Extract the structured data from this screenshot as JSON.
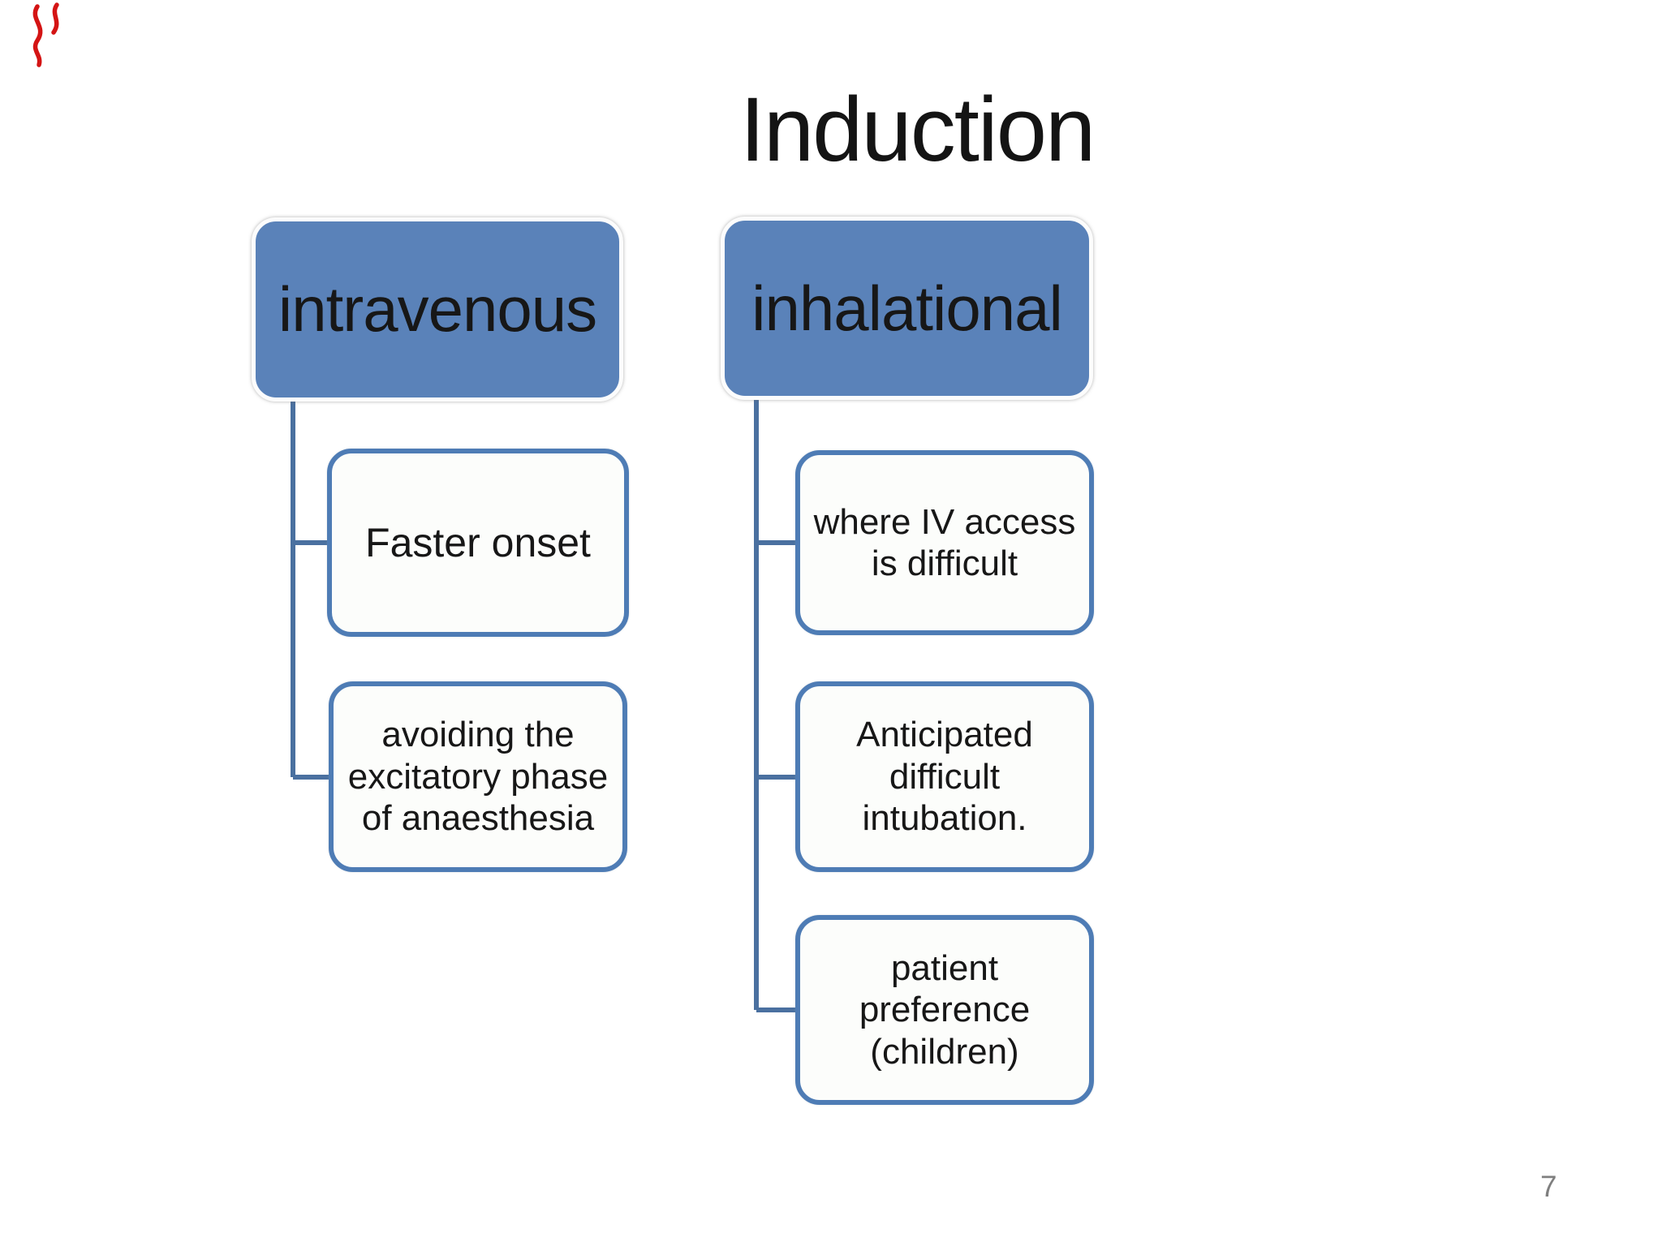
{
  "slide": {
    "title": "Induction",
    "page_number": "7"
  },
  "diagram": {
    "type": "hierarchy",
    "columns": [
      {
        "header": "intravenous",
        "children": [
          "Faster onset",
          "avoiding the excitatory phase of anaesthesia"
        ]
      },
      {
        "header": "inhalational",
        "children": [
          "where IV access is difficult",
          "Anticipated difficult intubation.",
          "patient preference (children)"
        ]
      }
    ]
  },
  "colors": {
    "header_fill": "#5a82b9",
    "child_border": "#4e7cb5",
    "connector": "#4a70a0",
    "title_text": "#141414",
    "node_text": "#171717",
    "page_number": "#7f7f7f",
    "annotation_red": "#d41414"
  }
}
